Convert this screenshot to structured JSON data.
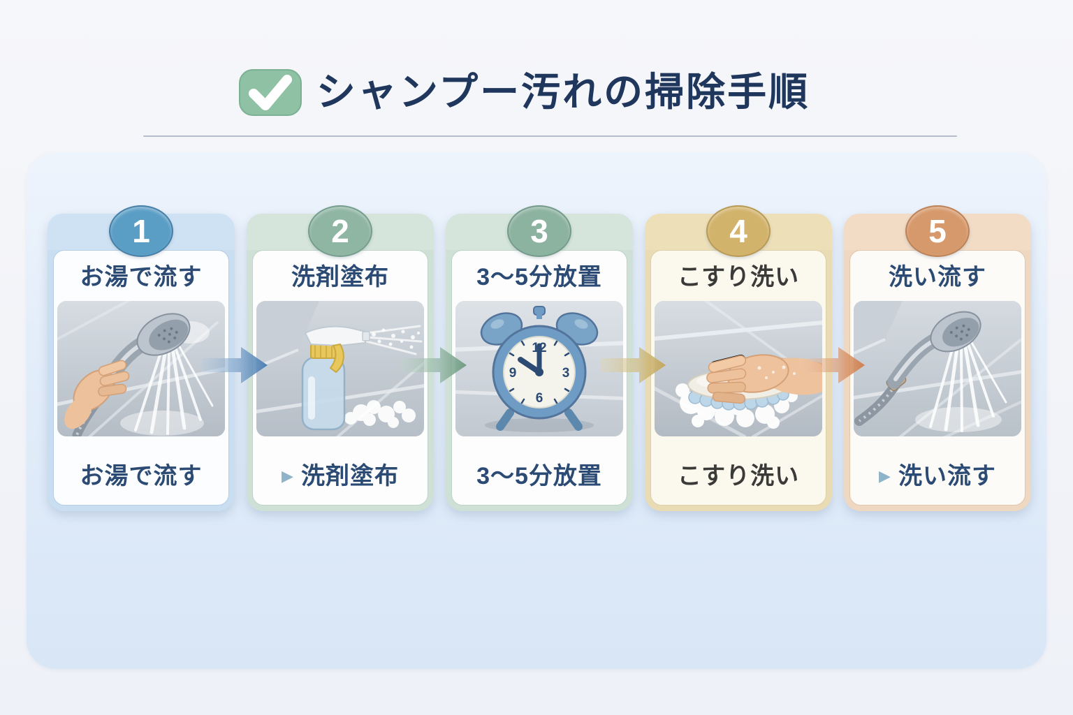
{
  "header": {
    "title": "シャンプー汚れの掃除手順",
    "icon": "green-check-badge"
  },
  "theme": {
    "page_bg": "#f4f5f9",
    "panel_bg_top": "#eef4fc",
    "panel_bg_bottom": "#d8e6f6",
    "divider": "#a9b2c2",
    "title_color": "#20375d",
    "check_icon_bg": "#8fc2a4",
    "check_icon_border": "#7bb092"
  },
  "steps": [
    {
      "number": "1",
      "title": "お湯で流す",
      "caption": "お湯で流す",
      "caption_bullet": false,
      "illustration": "handheld-shower-spraying-held-by-hand",
      "colors": {
        "badge": "#5b9ec5",
        "badge_border": "#4а7fa6",
        "band": "#cfe2f4",
        "shell": "#c9def1",
        "body_bg": "#fcfdfe",
        "body_border": "#b5cde6",
        "text": "#2b4a74"
      }
    },
    {
      "number": "2",
      "title": "洗剤塗布",
      "caption": "洗剤塗布",
      "caption_bullet": true,
      "illustration": "spray-bottle-spraying-detergent",
      "colors": {
        "badge": "#8fb5a3",
        "badge_border": "#759e8c",
        "band": "#d5e5db",
        "shell": "#cfe1d7",
        "body_bg": "#fcfdfc",
        "body_border": "#bdd4c7",
        "text": "#2b4a74"
      }
    },
    {
      "number": "3",
      "title": "3〜5分放置",
      "caption": "3〜5分放置",
      "caption_bullet": false,
      "illustration": "blue-alarm-clock",
      "clock": {
        "numbers": [
          "12",
          "3",
          "6",
          "9"
        ],
        "time_shown": "10:00"
      },
      "colors": {
        "badge": "#8cb2a0",
        "badge_border": "#739b89",
        "band": "#d5e5db",
        "shell": "#cfe1d7",
        "body_bg": "#fcfdfc",
        "body_border": "#bdd4c7",
        "text": "#2b4a74"
      }
    },
    {
      "number": "4",
      "title": "こすり洗い",
      "caption": "こすり洗い",
      "caption_bullet": false,
      "illustration": "hand-scrubbing-with-brush-and-suds",
      "colors": {
        "badge": "#d2b36c",
        "badge_border": "#b89a54",
        "band": "#ede0b9",
        "shell": "#e9dcb4",
        "body_bg": "#fbf8ee",
        "body_border": "#ddd0a8",
        "text": "#3a3a38"
      }
    },
    {
      "number": "5",
      "title": "洗い流す",
      "caption": "洗い流す",
      "caption_bullet": true,
      "illustration": "handheld-shower-rinsing-floor",
      "colors": {
        "badge": "#d6996b",
        "badge_border": "#bd8257",
        "band": "#f2dcc6",
        "shell": "#efd8c1",
        "body_bg": "#fdfbf8",
        "body_border": "#e2c6ac",
        "text": "#2b4a74"
      }
    }
  ],
  "arrows": [
    {
      "direction": "right",
      "from": "#b4cbe2",
      "to": "#4a7db2"
    },
    {
      "direction": "right",
      "from": "#bdd4c6",
      "to": "#6f9c82"
    },
    {
      "direction": "right",
      "from": "#e2d6aa",
      "to": "#c3a75d"
    },
    {
      "direction": "right",
      "from": "#efc7a8",
      "to": "#cf7f4e"
    }
  ]
}
